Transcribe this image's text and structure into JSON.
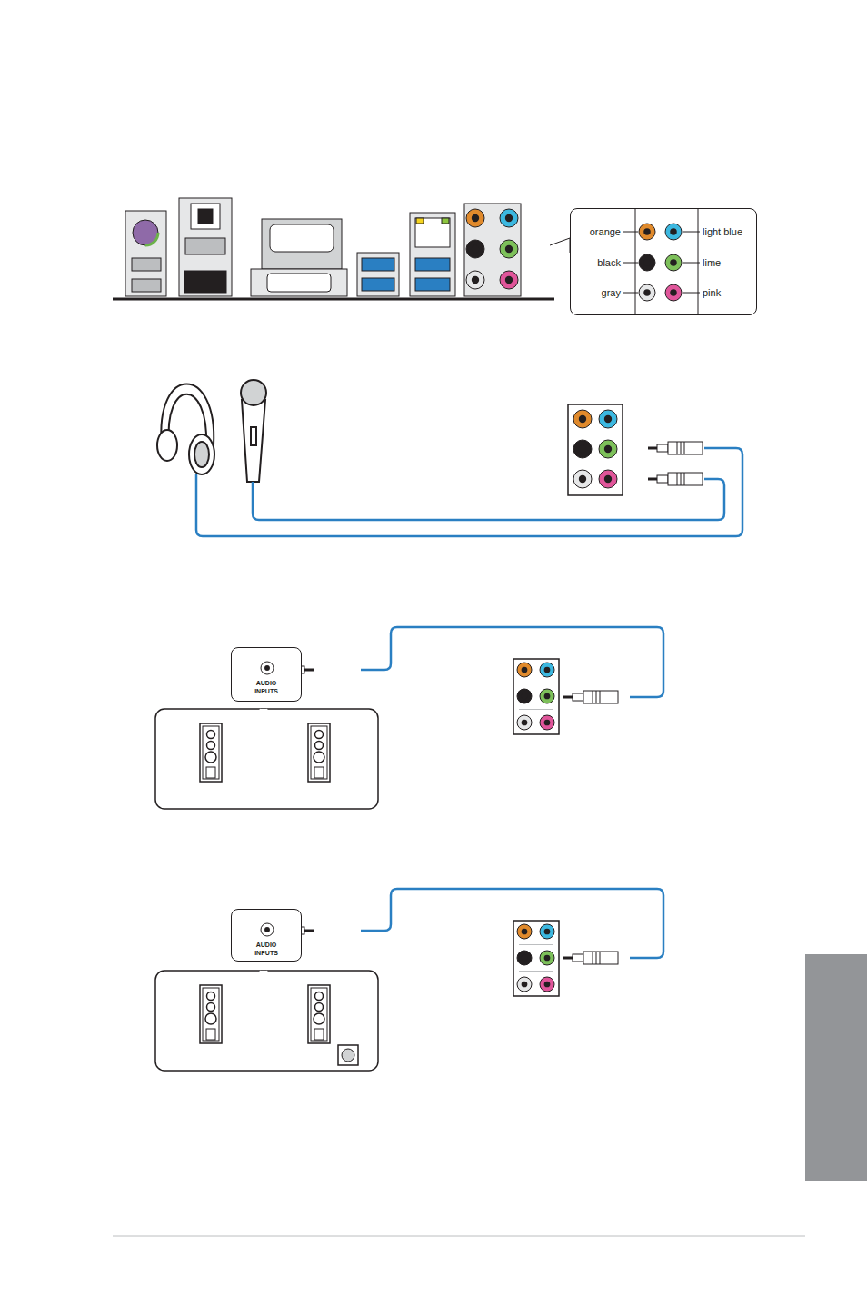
{
  "diagram": {
    "nodes": [
      {
        "text": [
          "orange",
          "light blue",
          "black",
          "lime",
          "gray",
          "pink"
        ]
      },
      {
        "text": [
          "AUDIO INPUTS"
        ]
      },
      {
        "text": [
          "AUDIO INPUTS"
        ]
      }
    ]
  }
}
